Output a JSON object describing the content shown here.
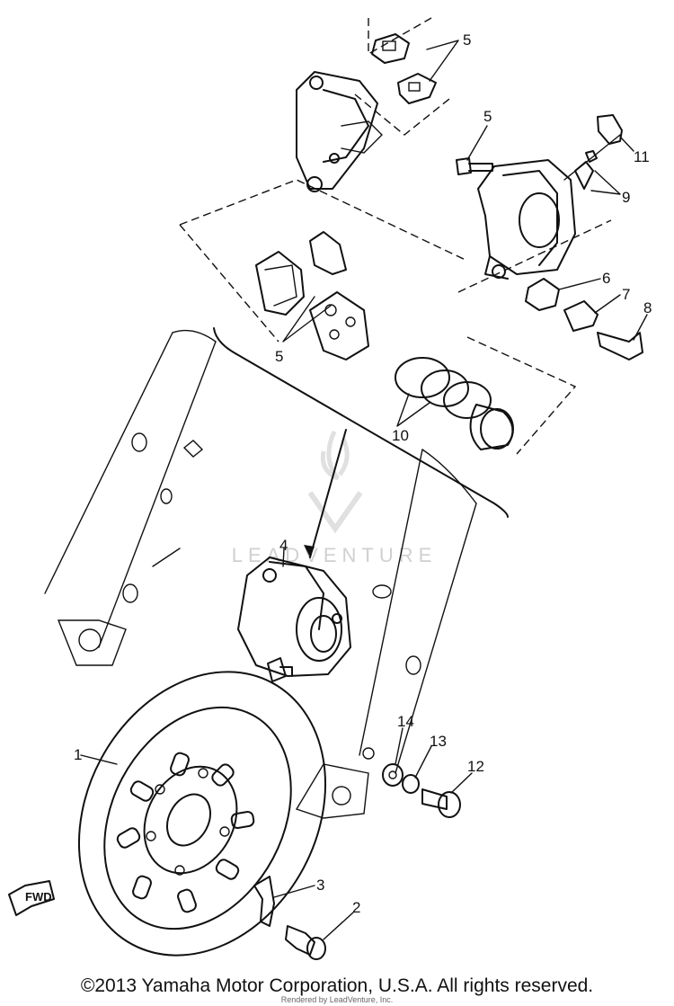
{
  "watermark": {
    "text": "LEADVENTURE"
  },
  "fwd_label": "FWD",
  "callouts": {
    "c1": "1",
    "c2": "2",
    "c3": "3",
    "c4": "4",
    "c5a": "5",
    "c5b": "5",
    "c5c": "5",
    "c6": "6",
    "c7": "7",
    "c8": "8",
    "c9": "9",
    "c10": "10",
    "c11": "11",
    "c12": "12",
    "c13": "13",
    "c14": "14"
  },
  "footer": {
    "copyright": "©2013 Yamaha Motor Corporation, U.S.A. All rights reserved.",
    "rendered_by": "Rendered by LeadVenture, Inc."
  }
}
